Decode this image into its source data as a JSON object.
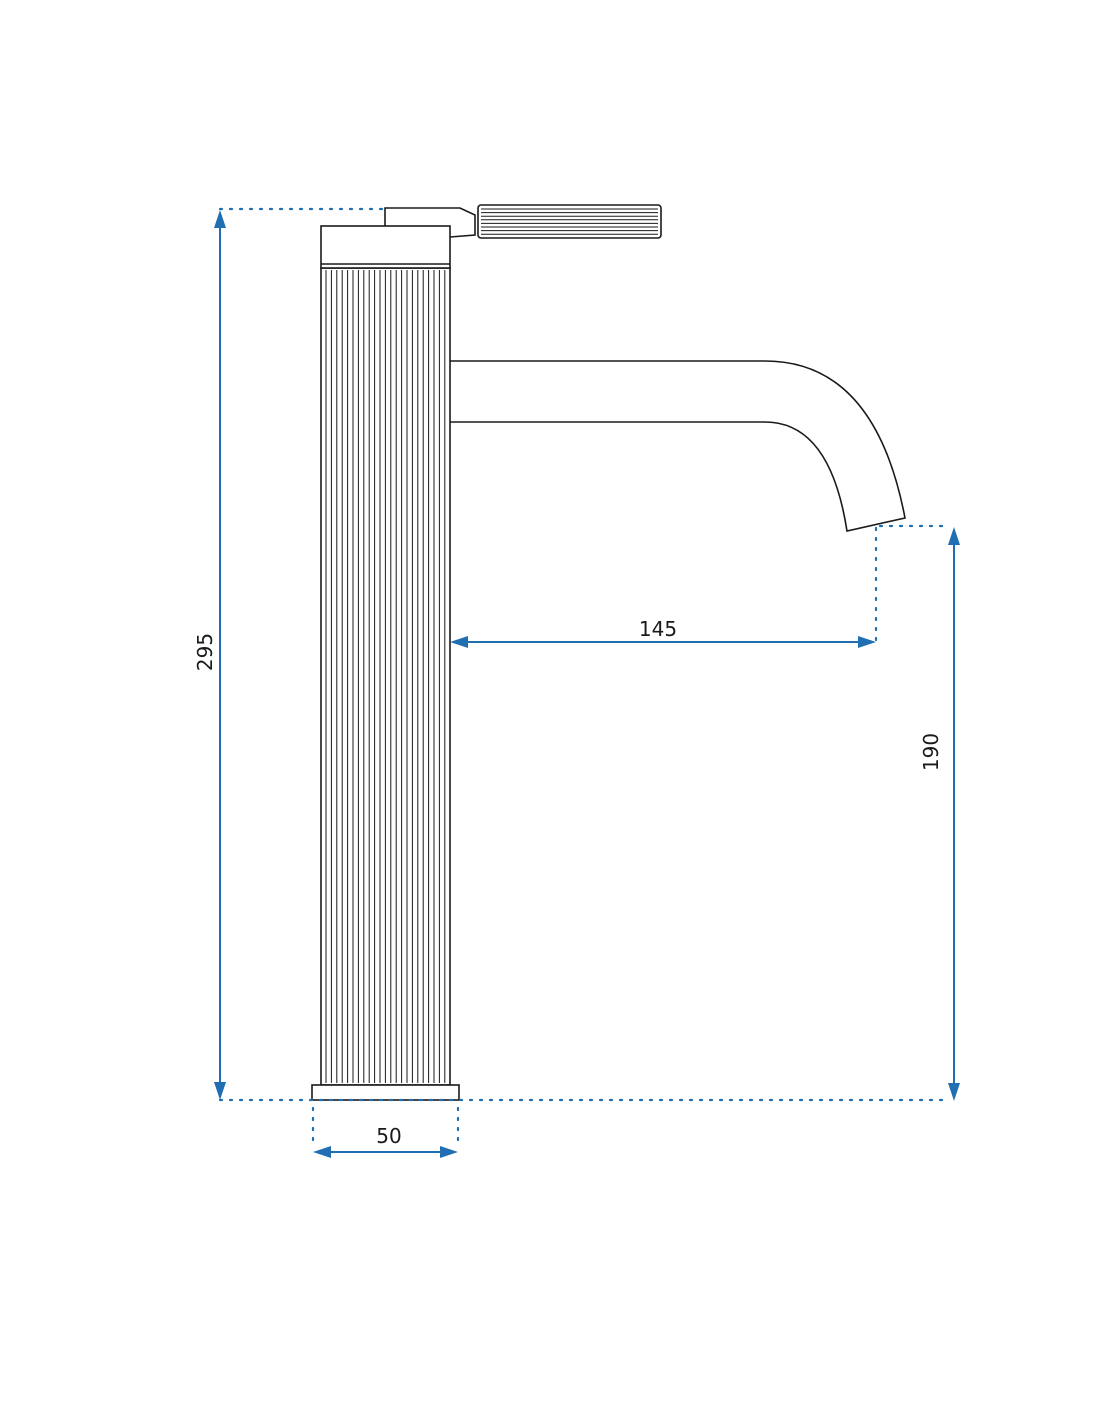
{
  "dimensions": {
    "total_height": "295",
    "spout_height": "190",
    "spout_reach": "145",
    "base_diameter": "50"
  },
  "colors": {
    "dimension": "#1f6fb2",
    "outline": "#1a1a1a",
    "background": "#ffffff"
  }
}
